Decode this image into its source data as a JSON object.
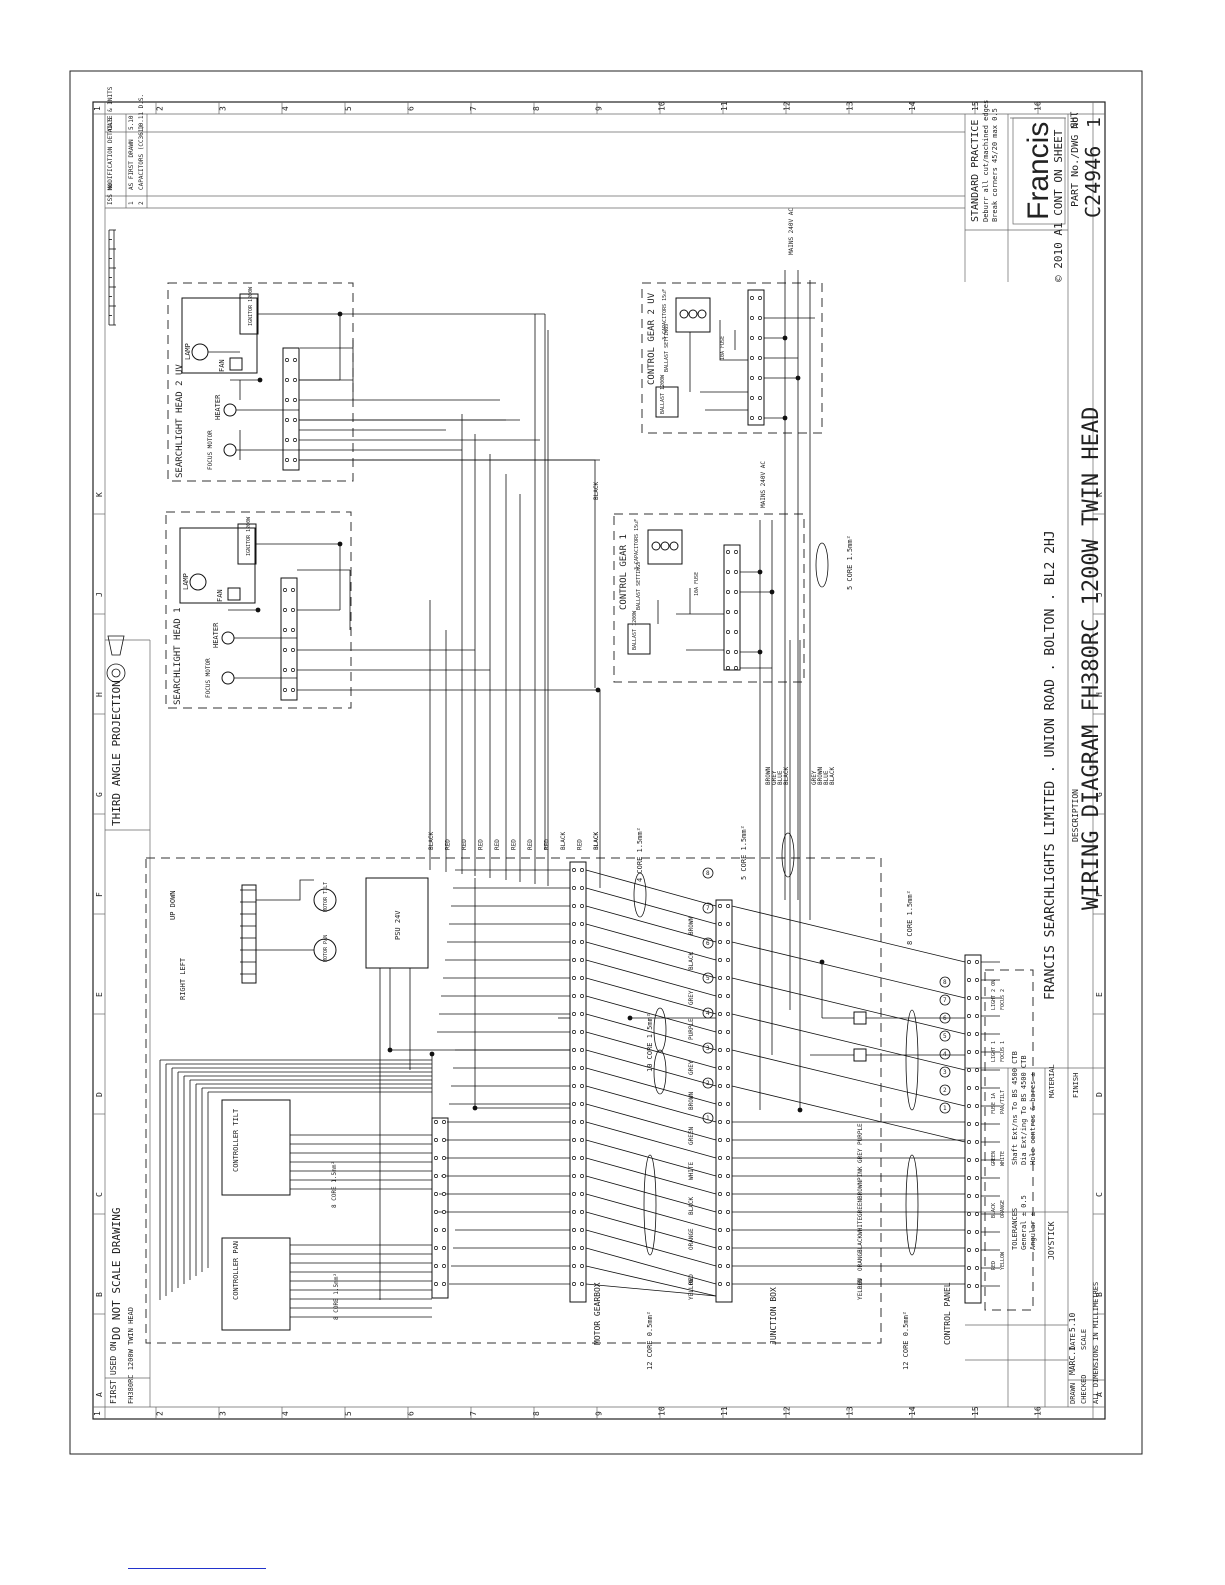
{
  "titleblock": {
    "company": "FRANCIS SEARCHLIGHTS LIMITED . UNION ROAD . BOLTON . BL2 2HJ",
    "description_label": "DESCRIPTION",
    "title": "WIRING DIAGRAM FH380RC 1200W TWIN HEAD",
    "copyright": "© 2010 A1 CONT ON SHEET",
    "part_no_label": "PART No./DWG No.",
    "part_no": "C24946",
    "sheet_label": "SHT",
    "sheet_no": "1",
    "brand": "Francis",
    "third_angle": "THIRD ANGLE PROJECTION",
    "do_not_scale": "DO NOT SCALE DRAWING",
    "first_used_label": "FIRST USED ON",
    "first_used": "FH380RC 1200W TWIN HEAD",
    "standard_practice": "STANDARD PRACTICE",
    "standard_note_1": "Deburr all cut/machined edges",
    "standard_note_2": "Break corners 45/20 max 0.5",
    "material_label": "MATERIAL",
    "finish_label": "FINISH",
    "drawn_label": "DRAWN",
    "drawn_by": "MARC.I",
    "date_label": "DATE",
    "date": "5.10",
    "checked_label": "CHECKED",
    "scale_label": "SCALE",
    "tolerances_label": "TOLERANCES",
    "tol_linear": "General ± 0.5",
    "tol_angular": "Angular ±",
    "dims_note": "ALL DIMENSIONS IN MILLIMETRES",
    "thread_1": "Shaft Ext/ns To BS 4500 CTB",
    "thread_2": "Dia Ext/ing To BS 4500 CTB",
    "thread_3": "Hole centres & bores ±",
    "mod_header_no": "ISS No",
    "mod_header_details": "MODIFICATION DETAILS",
    "mod_header_date": "DATE & INITS",
    "mod_1_no": "1",
    "mod_1_text": "AS FIRST DRAWN",
    "mod_1_date": "5.10",
    "mod_2_no": "2",
    "mod_2_text": "CAPACITORS (CC361)",
    "mod_2_date": "10.11 D.S."
  },
  "grid": {
    "cols": [
      "A",
      "B",
      "C",
      "D",
      "E",
      "F",
      "G",
      "H",
      "J",
      "K"
    ],
    "rows": [
      "1",
      "2",
      "3",
      "4",
      "5",
      "6",
      "7",
      "8",
      "9",
      "10",
      "11",
      "12",
      "13",
      "14",
      "15",
      "16"
    ]
  },
  "components": {
    "sh2": "SEARCHLIGHT HEAD 2 UV",
    "sh1": "SEARCHLIGHT HEAD 1",
    "cg2": "CONTROL GEAR 2 UV",
    "cg1": "CONTROL GEAR 1",
    "motor_gearbox": "MOTOR GEARBOX",
    "junction_box": "JUNCTION BOX",
    "control_panel": "CONTROL PANEL",
    "joystick": "JOYSTICK",
    "controller_tilt": "CONTROLLER TILT",
    "controller_pan": "CONTROLLER PAN",
    "psu": "PSU 24V",
    "lamp": "LAMP",
    "fan": "FAN",
    "heater": "HEATER",
    "focus_motor": "FOCUS MOTOR",
    "ignitor": "IGNITOR 1200W",
    "ballast": "BALLAST 1200W",
    "ballast_settings": "BALLAST SETTINGS",
    "capacitors": "3 CAPACITORS 15uF",
    "fuse": "10A FUSE",
    "mains": "MAINS 240V AC",
    "motor_tilt": "MOTOR TILT",
    "motor_pan": "MOTOR PAN",
    "up_down": "UP DOWN",
    "right_left": "RIGHT LEFT",
    "core5": "5 CORE 1.5mm²",
    "core4": "4 CORE 1.5mm²",
    "core10": "10 CORE 1.5mm²",
    "core8": "8 CORE 1.5mm²",
    "core12a": "12 CORE 0.5mm²",
    "core12b": "12 CORE 0.5mm²"
  },
  "wires_left": [
    "BLACK",
    "RED",
    "RED",
    "RED",
    "RED",
    "RED",
    "RED",
    "RED",
    "BLACK",
    "RED",
    "BLACK"
  ],
  "wires_jb": [
    "BROWN",
    "BLACK",
    "GREY",
    "PURPLE",
    "GREY",
    "BROWN",
    "GREEN",
    "WHITE",
    "BLACK",
    "ORANGE",
    "RED",
    "YELLOW"
  ],
  "wires_cp": [
    "PURPLE",
    "GREY",
    "PINK",
    "BROWN",
    "GREEN",
    "WHITE",
    "BLACK",
    "ORANGE",
    "RED",
    "YELLOW"
  ],
  "wires_cg": [
    "BROWN",
    "GREY",
    "BLUE",
    "BLACK",
    "GREY",
    "BROWN",
    "BLUE",
    "BLACK"
  ],
  "joystick_labels": [
    "LIGHT 2 ON",
    "FOCUS 2",
    "LIGHT 1",
    "FOCUS 1",
    "FUSE 1A",
    "PAN/TILT",
    "GREEN",
    "WHITE",
    "BLACK",
    "ORANGE",
    "RED",
    "YELLOW"
  ]
}
